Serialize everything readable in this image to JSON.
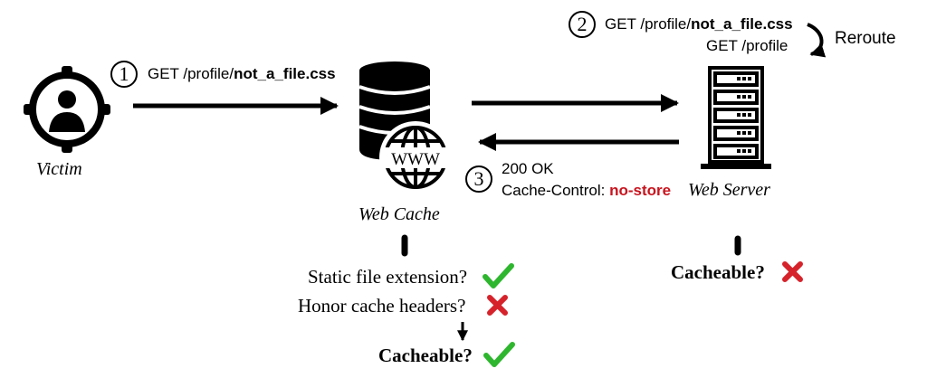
{
  "actors": {
    "victim": "Victim",
    "cache": "Web Cache",
    "server": "Web Server"
  },
  "icons": {
    "victim": "victim-crosshair-user-icon",
    "cache": "database-globe-icon",
    "server": "server-rack-icon"
  },
  "cache_globe_text": "WWW",
  "steps": [
    {
      "num": "1",
      "prefix": "GET /profile/",
      "bold": "not_a_file.css"
    },
    {
      "num": "2",
      "prefix": "GET /profile/",
      "bold": "not_a_file.css",
      "rewritten": "GET /profile",
      "action": "Reroute"
    },
    {
      "num": "3",
      "status": "200 OK",
      "header_prefix": "Cache-Control: ",
      "header_value": "no-store"
    }
  ],
  "cache_checks": {
    "static_ext": "Static file extension?",
    "honor_headers": "Honor cache headers?",
    "result": "Cacheable?"
  },
  "server_check": {
    "result": "Cacheable?"
  },
  "colors": {
    "check": "#2fb62f",
    "cross": "#d6232b",
    "emphasis": "#c8141e"
  }
}
